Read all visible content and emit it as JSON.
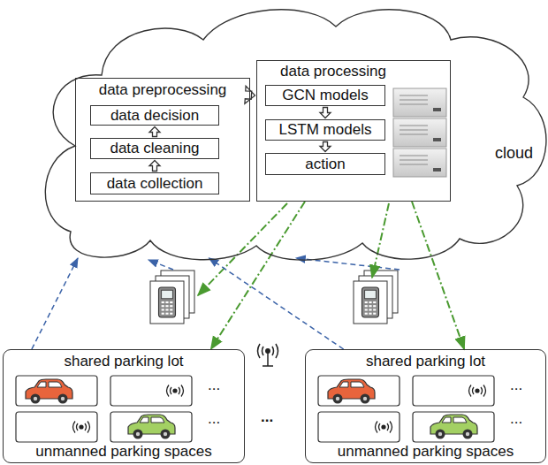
{
  "diagram": {
    "nodes": [
      {
        "text": [
          "cloud"
        ]
      },
      {
        "text": [
          "data preprocessing"
        ],
        "in": 0
      },
      {
        "text": [
          "data decision"
        ],
        "in": 1
      },
      {
        "text": [
          "data cleaning"
        ],
        "in": 1
      },
      {
        "text": [
          "data collection"
        ],
        "in": 1
      },
      {
        "text": [
          "data processing"
        ],
        "in": 0
      },
      {
        "text": [
          "GCN models"
        ],
        "in": 5
      },
      {
        "text": [
          "LSTM models"
        ],
        "in": 5
      },
      {
        "text": [
          "action"
        ],
        "in": 5
      },
      {
        "text": [
          "shared parking lot",
          "unmanned parking spaces"
        ]
      },
      {
        "text": [
          "shared parking lot",
          "unmanned parking spaces"
        ]
      }
    ],
    "edges": [
      {
        "from": 4,
        "to": 3,
        "arrow": "to"
      },
      {
        "from": 3,
        "to": 2,
        "arrow": "to"
      },
      {
        "from": 1,
        "to": 5,
        "arrow": "to"
      },
      {
        "from": 6,
        "to": 7,
        "arrow": "to"
      },
      {
        "from": 7,
        "to": 8,
        "arrow": "to"
      },
      {
        "from": 9,
        "to": 0,
        "arrow": "to"
      },
      {
        "from": 10,
        "to": 0,
        "arrow": "to"
      },
      {
        "from": 5,
        "to": 9,
        "arrow": "to"
      },
      {
        "from": 5,
        "to": 10,
        "arrow": "to"
      }
    ],
    "labels": [
      "...",
      "...",
      "...",
      "...",
      "..."
    ]
  }
}
